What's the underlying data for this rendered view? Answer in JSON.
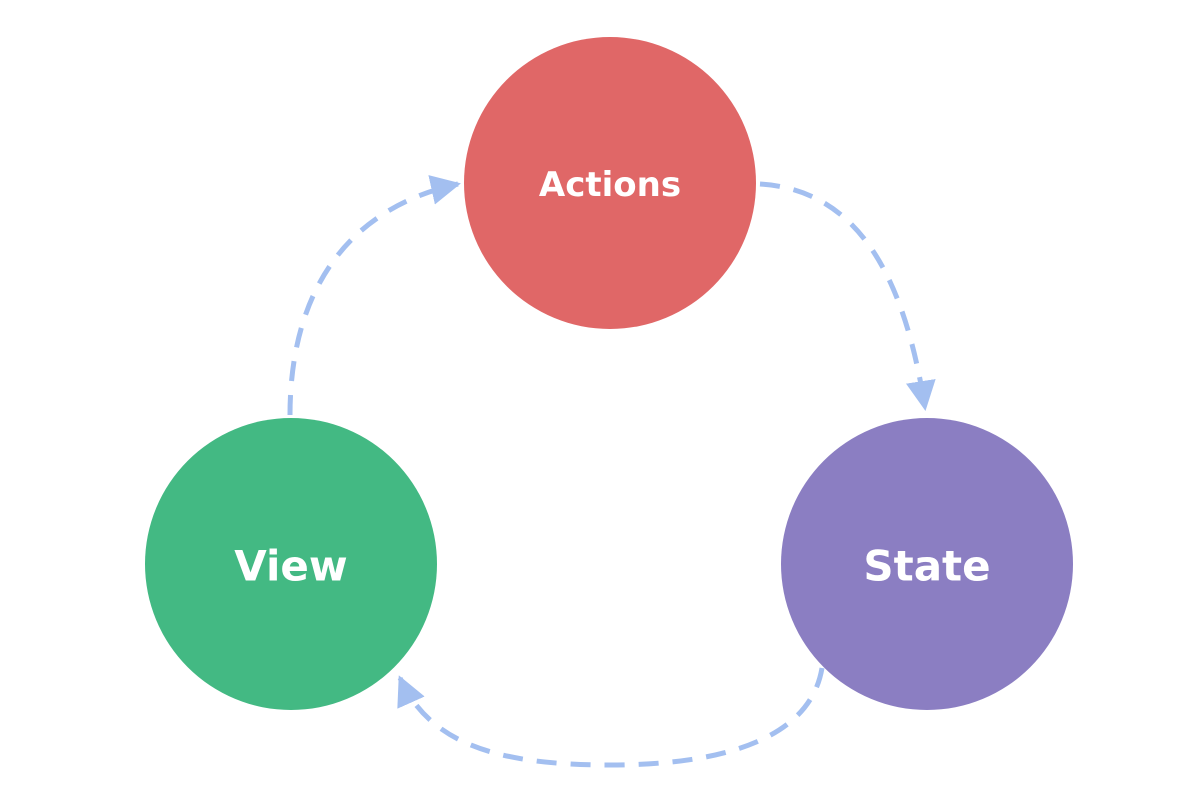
{
  "colors": {
    "background": "#ffffff",
    "edge": "#a3bff0"
  },
  "nodes": [
    {
      "id": "actions",
      "label": "Actions",
      "color": "#e06767"
    },
    {
      "id": "state",
      "label": "State",
      "color": "#8b7ec2"
    },
    {
      "id": "view",
      "label": "View",
      "color": "#43b983"
    }
  ],
  "edges": [
    {
      "from": "actions",
      "to": "state"
    },
    {
      "from": "state",
      "to": "view"
    },
    {
      "from": "view",
      "to": "actions"
    }
  ]
}
